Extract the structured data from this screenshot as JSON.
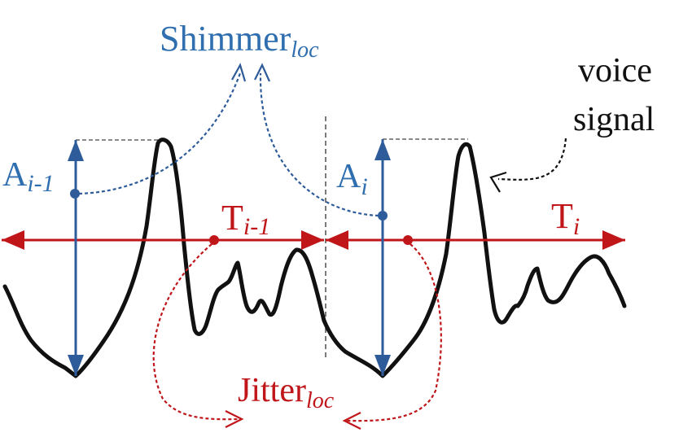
{
  "labels": {
    "shimmer": {
      "main": "Shimmer",
      "sub": "loc"
    },
    "jitter": {
      "main": "Jitter",
      "sub": "loc"
    },
    "amp_prev": {
      "main": "A",
      "sub": "i-1"
    },
    "amp_curr": {
      "main": "A",
      "sub": "i"
    },
    "period_prev": {
      "main": "T",
      "sub": "i-1"
    },
    "period_curr": {
      "main": "T",
      "sub": "i"
    },
    "voice_line1": "voice",
    "voice_line2": "signal"
  },
  "colors": {
    "blue": "#2e5c9a",
    "blue_text": "#2f6fb0",
    "red": "#c0161a",
    "signal": "#111111"
  }
}
